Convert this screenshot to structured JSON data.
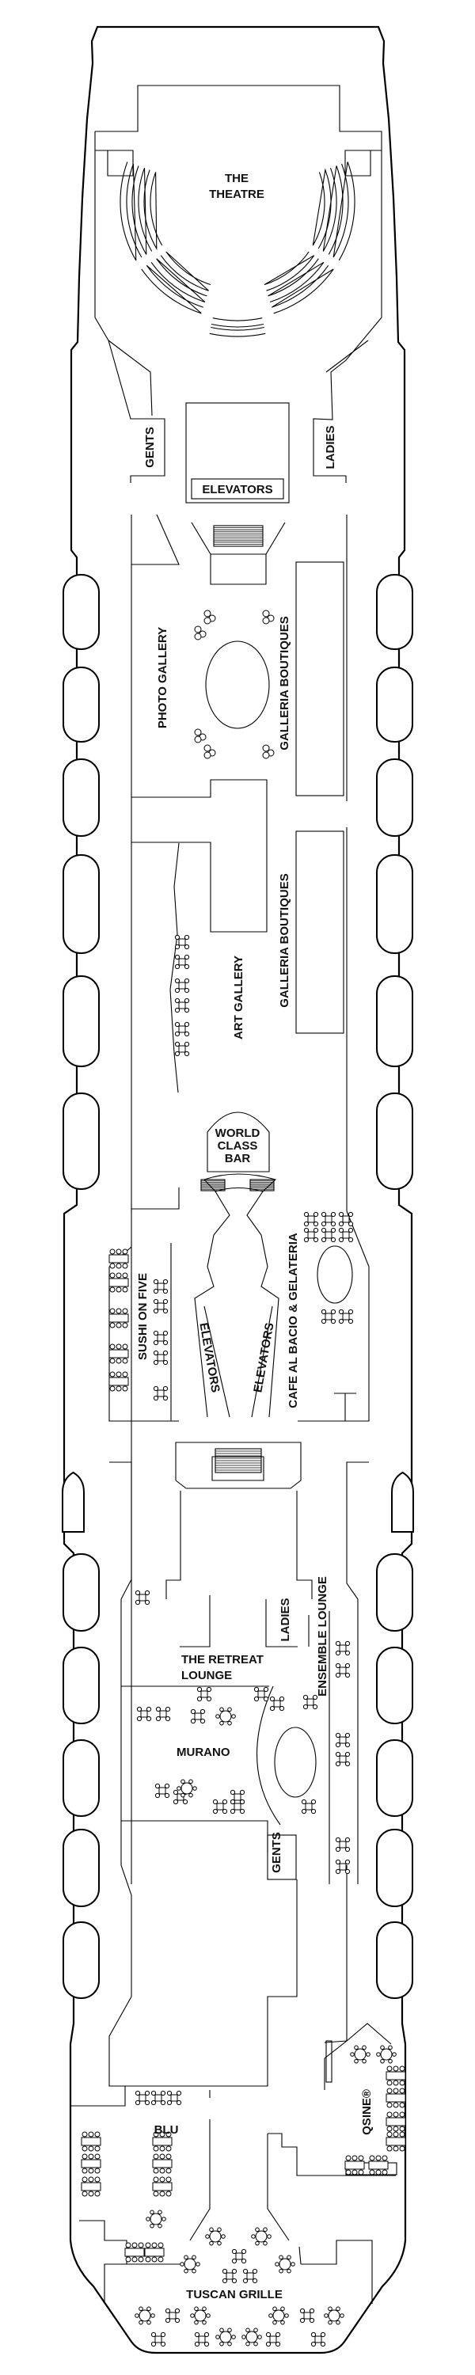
{
  "deck_plan": {
    "venues": {
      "theatre_line1": "THE",
      "theatre_line2": "THEATRE",
      "gents_fwd": "GENTS",
      "ladies_fwd": "LADIES",
      "elevators_fwd": "ELEVATORS",
      "photo_gallery": "PHOTO GALLERY",
      "galleria_boutiques_1": "GALLERIA BOUTIQUES",
      "galleria_boutiques_2": "GALLERIA BOUTIQUES",
      "art_gallery": "ART GALLERY",
      "world_class_bar_line1": "WORLD",
      "world_class_bar_line2": "CLASS",
      "world_class_bar_line3": "BAR",
      "sushi_on_five": "SUSHI ON FIVE",
      "elevators_mid_left": "ELEVATORS",
      "elevators_mid_right": "ELEVATORS",
      "cafe_al_bacio": "CAFE AL BACIO & GELATERIA",
      "retreat_lounge_line1": "THE RETREAT",
      "retreat_lounge_line2": "LOUNGE",
      "ensemble_lounge": "ENSEMBLE LOUNGE",
      "ladies_aft": "LADIES",
      "murano": "MURANO",
      "gents_aft": "GENTS",
      "blu": "BLU",
      "qsine": "QSINE®",
      "tuscan_grille": "TUSCAN GRILLE"
    }
  }
}
